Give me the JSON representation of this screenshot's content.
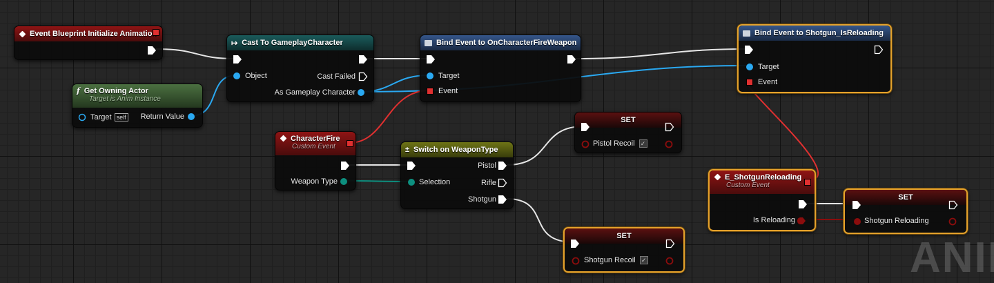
{
  "colors": {
    "exec": "#ffffff",
    "object": "#2aa9f2",
    "event": "#e03030",
    "enum": "#0d8f7f",
    "bool": "#8b0d0d",
    "selection": "#e5a22b"
  },
  "nodes": {
    "event_init": {
      "title": "Event Blueprint Initialize Animation"
    },
    "cast": {
      "title": "Cast To GameplayCharacter",
      "object": "Object",
      "cast_failed": "Cast Failed",
      "as_char": "As Gameplay Character"
    },
    "get_owning": {
      "title": "Get Owning Actor",
      "subtitle": "Target is Anim Instance",
      "target": "Target",
      "self": "self",
      "return_value": "Return Value"
    },
    "bind_fire": {
      "title": "Bind Event to OnCharacterFireWeapon",
      "target": "Target",
      "event": "Event"
    },
    "bind_shotgun": {
      "title": "Bind Event to Shotgun_IsReloading",
      "target": "Target",
      "event": "Event"
    },
    "char_fire": {
      "title": "CharacterFire",
      "subtitle": "Custom Event",
      "weapon_type": "Weapon Type"
    },
    "switch": {
      "title": "Switch on WeaponType",
      "selection": "Selection",
      "pistol": "Pistol",
      "rifle": "Rifle",
      "shotgun": "Shotgun"
    },
    "set_pistol": {
      "title": "SET",
      "var": "Pistol Recoil"
    },
    "set_shotgun": {
      "title": "SET",
      "var": "Shotgun Recoil"
    },
    "e_shotgun": {
      "title": "E_ShotgunReloading",
      "subtitle": "Custom Event",
      "is_reloading": "Is Reloading"
    },
    "set_reload": {
      "title": "SET",
      "var": "Shotgun Reloading"
    }
  },
  "watermark": "ANIM"
}
